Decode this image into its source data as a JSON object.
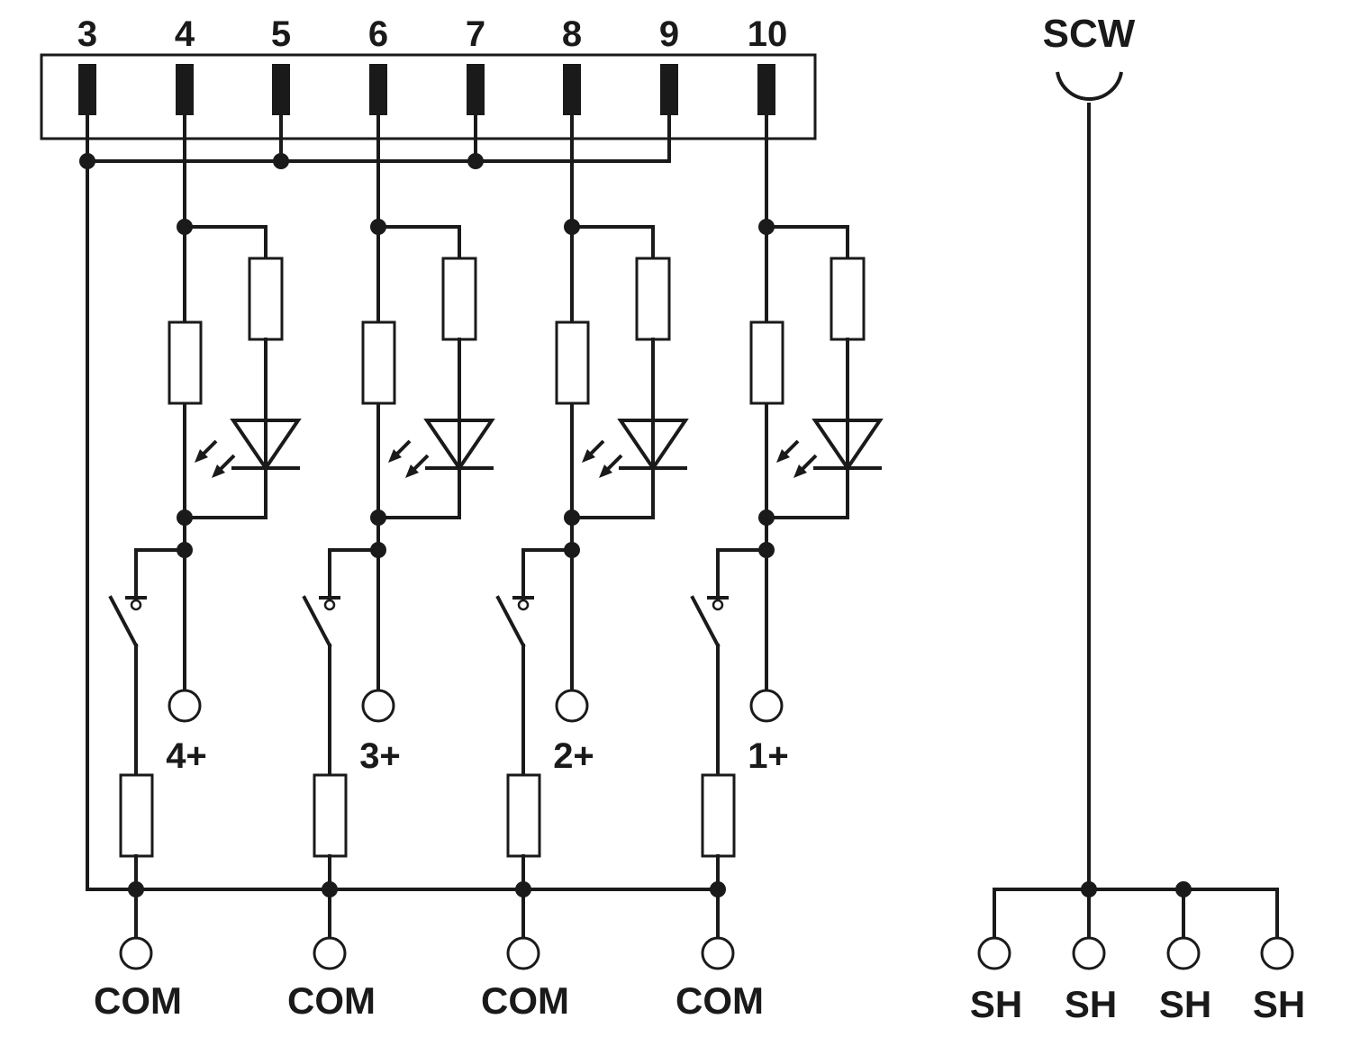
{
  "header": {
    "pins": [
      "3",
      "4",
      "5",
      "6",
      "7",
      "8",
      "9",
      "10"
    ],
    "scw_label": "SCW"
  },
  "channels": [
    {
      "label": "4+",
      "common_label": "COM"
    },
    {
      "label": "3+",
      "common_label": "COM"
    },
    {
      "label": "2+",
      "common_label": "COM"
    },
    {
      "label": "1+",
      "common_label": "COM"
    }
  ],
  "shield": {
    "labels": [
      "SH",
      "SH",
      "SH",
      "SH"
    ]
  },
  "colors": {
    "line": "#1a1a1a",
    "background": "#ffffff"
  },
  "icons": [
    "resistor-icon",
    "fuse-icon",
    "led-icon",
    "switch-icon",
    "terminal-icon",
    "shield-terminal-icon"
  ]
}
